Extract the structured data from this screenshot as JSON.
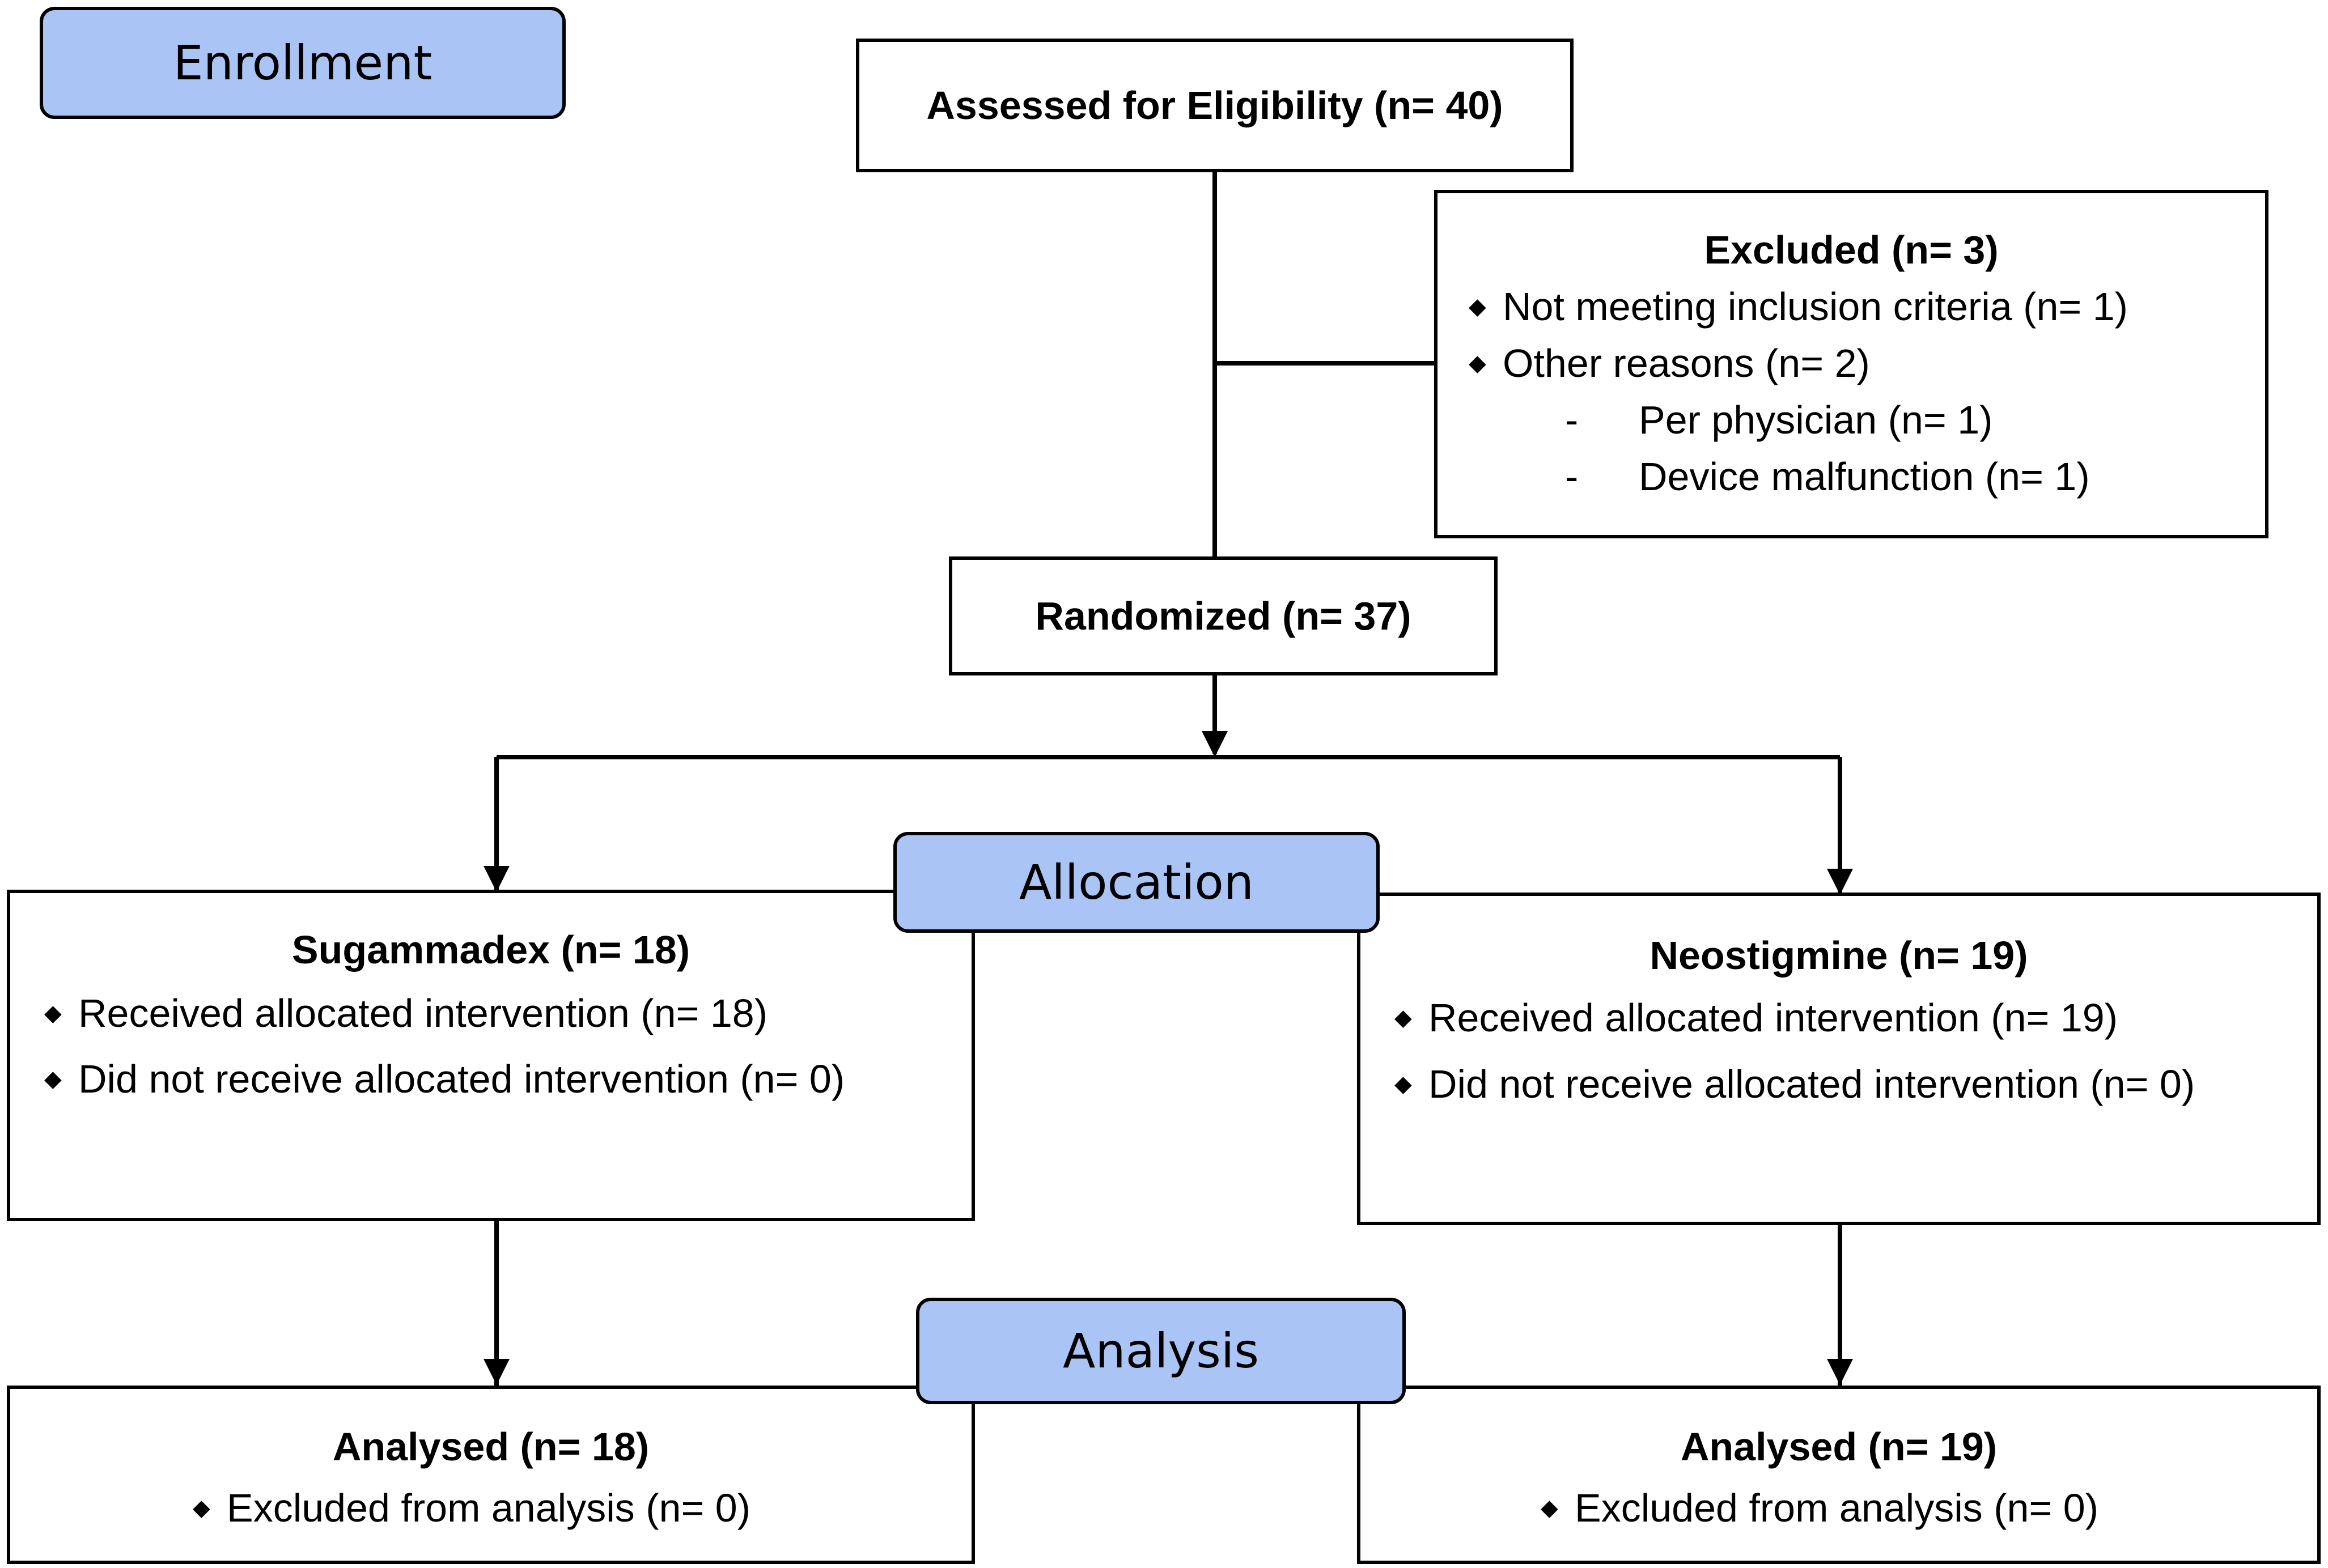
{
  "stages": {
    "enrollment": "Enrollment",
    "allocation": "Allocation",
    "analysis": "Analysis"
  },
  "assessed": "Assessed for Eligibility (n= 40)",
  "excluded": {
    "title": "Excluded (n= 3)",
    "bullet1": "Not meeting inclusion criteria (n= 1)",
    "bullet2": "Other reasons (n= 2)",
    "sub1": "Per physician (n= 1)",
    "sub2": "Device malfunction (n= 1)"
  },
  "randomized": "Randomized (n= 37)",
  "arms": {
    "left": {
      "title": "Sugammadex (n= 18)",
      "received": "Received allocated intervention (n= 18)",
      "not_received": "Did not receive allocated intervention (n= 0)",
      "analysed": "Analysed (n= 18)",
      "excluded_analysis": "Excluded from analysis (n= 0)"
    },
    "right": {
      "title": "Neostigmine (n= 19)",
      "received": "Received allocated intervention (n= 19)",
      "not_received": "Did not receive allocated intervention (n= 0)",
      "analysed": "Analysed (n= 19)",
      "excluded_analysis": "Excluded from analysis (n= 0)"
    }
  },
  "symbols": {
    "bullet": "◆",
    "dash": "-"
  },
  "colors": {
    "stage_fill": "#a9c4f5",
    "line": "#000000"
  }
}
